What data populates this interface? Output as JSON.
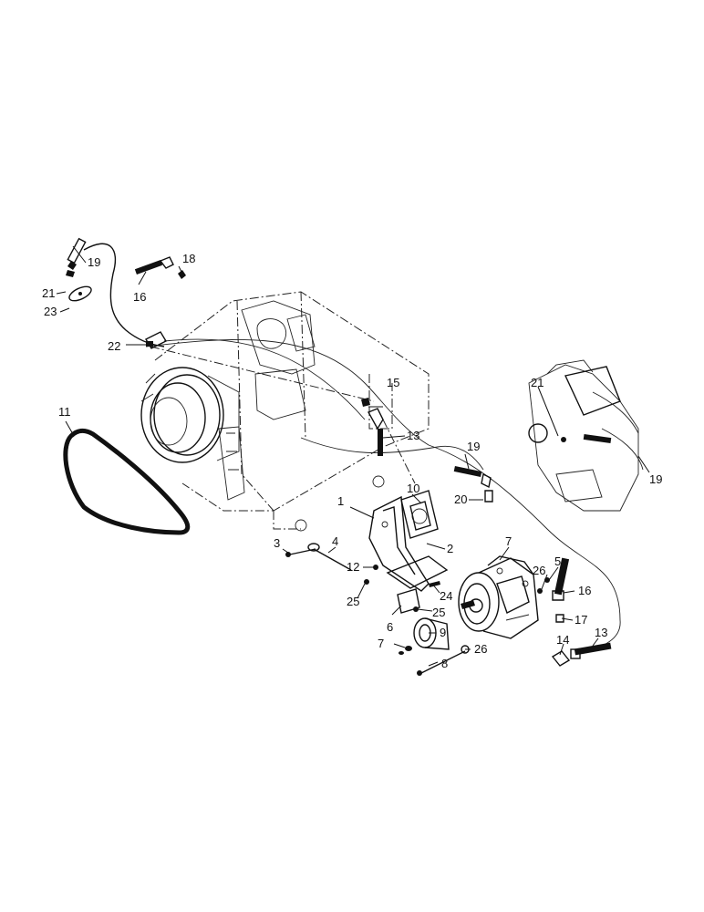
{
  "callouts": [
    {
      "id": "c1",
      "text": "1"
    },
    {
      "id": "c2",
      "text": "2"
    },
    {
      "id": "c3",
      "text": "3"
    },
    {
      "id": "c4",
      "text": "4"
    },
    {
      "id": "c5",
      "text": "5"
    },
    {
      "id": "c6",
      "text": "6"
    },
    {
      "id": "c7a",
      "text": "7"
    },
    {
      "id": "c7b",
      "text": "7"
    },
    {
      "id": "c8",
      "text": "8"
    },
    {
      "id": "c9",
      "text": "9"
    },
    {
      "id": "c10",
      "text": "10"
    },
    {
      "id": "c11",
      "text": "11"
    },
    {
      "id": "c12",
      "text": "12"
    },
    {
      "id": "c13a",
      "text": "13"
    },
    {
      "id": "c13b",
      "text": "13"
    },
    {
      "id": "c14",
      "text": "14"
    },
    {
      "id": "c15",
      "text": "15"
    },
    {
      "id": "c16a",
      "text": "16"
    },
    {
      "id": "c16b",
      "text": "16"
    },
    {
      "id": "c17",
      "text": "17"
    },
    {
      "id": "c18",
      "text": "18"
    },
    {
      "id": "c19a",
      "text": "19"
    },
    {
      "id": "c19b",
      "text": "19"
    },
    {
      "id": "c19c",
      "text": "19"
    },
    {
      "id": "c20",
      "text": "20"
    },
    {
      "id": "c21a",
      "text": "21"
    },
    {
      "id": "c21b",
      "text": "21"
    },
    {
      "id": "c22",
      "text": "22"
    },
    {
      "id": "c23",
      "text": "23"
    },
    {
      "id": "c24",
      "text": "24"
    },
    {
      "id": "c25a",
      "text": "25"
    },
    {
      "id": "c25b",
      "text": "25"
    },
    {
      "id": "c26a",
      "text": "26"
    },
    {
      "id": "c26b",
      "text": "26"
    }
  ]
}
